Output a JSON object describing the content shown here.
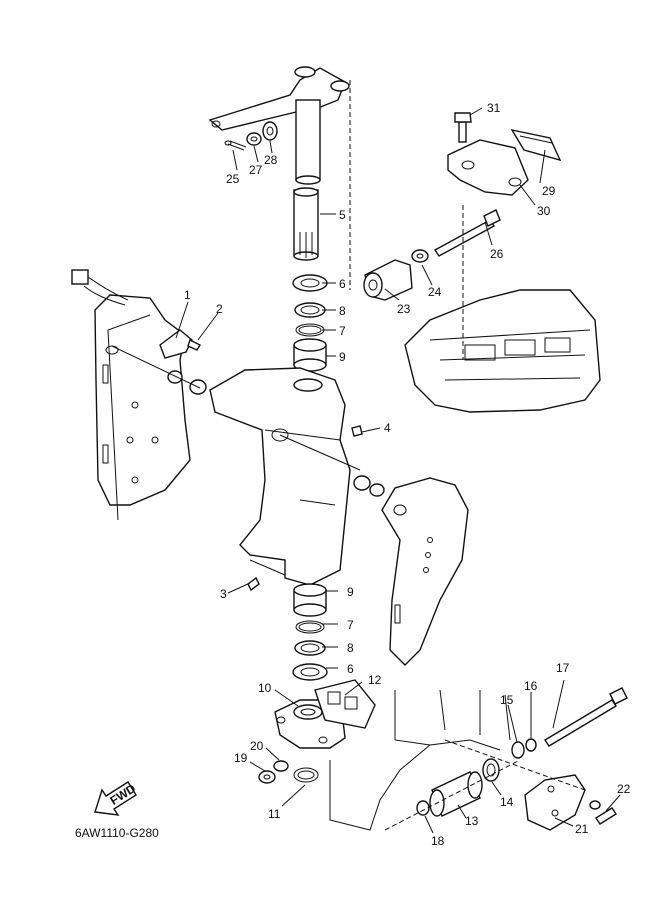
{
  "diagram_code": "6AW1110-G280",
  "fwd_label": "FWD",
  "callouts": {
    "c1": "1",
    "c2": "2",
    "c3": "3",
    "c4": "4",
    "c5": "5",
    "c6a": "6",
    "c6b": "6",
    "c7a": "7",
    "c7b": "7",
    "c8a": "8",
    "c8b": "8",
    "c9a": "9",
    "c9b": "9",
    "c10": "10",
    "c11": "11",
    "c12": "12",
    "c13": "13",
    "c14": "14",
    "c15": "15",
    "c16": "16",
    "c17": "17",
    "c18": "18",
    "c19": "19",
    "c20": "20",
    "c21": "21",
    "c22": "22",
    "c23": "23",
    "c24": "24",
    "c25": "25",
    "c26": "26",
    "c27": "27",
    "c28": "28",
    "c29": "29",
    "c30": "30",
    "c31": "31"
  }
}
